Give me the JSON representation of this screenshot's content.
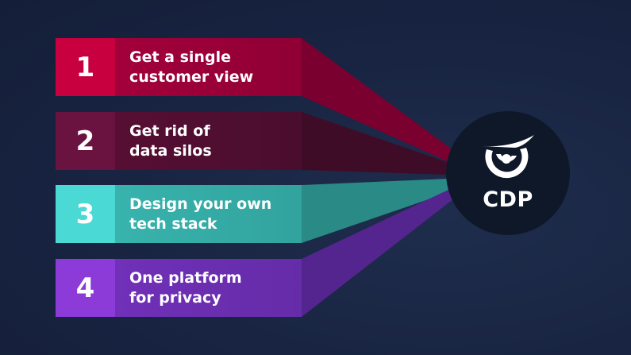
{
  "items": [
    {
      "number": "1",
      "label_line1": "Get a single",
      "label_line2": "customer view",
      "num_color": "#c8003f",
      "text_color": "#a3003a",
      "funnel_color": "#7a0030"
    },
    {
      "number": "2",
      "label_line1": "Get rid of",
      "label_line2": "data silos",
      "num_color": "#6b1340",
      "text_color": "#560f33",
      "funnel_color": "#3f0c28"
    },
    {
      "number": "3",
      "label_line1": "Design your own",
      "label_line2": "tech stack",
      "num_color": "#4ad9d4",
      "text_color": "#38b3ad",
      "funnel_color": "#2a8a85"
    },
    {
      "number": "4",
      "label_line1": "One platform",
      "label_line2": "for privacy",
      "num_color": "#8c3bd9",
      "text_color": "#7030b8",
      "funnel_color": "#55258f"
    }
  ],
  "hub": {
    "label": "CDP",
    "icon": "eye-logo-icon"
  }
}
